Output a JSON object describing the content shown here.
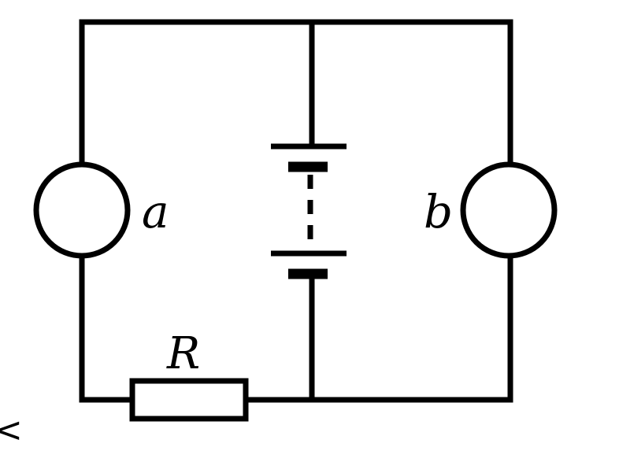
{
  "labels": {
    "meter_a": "a",
    "meter_b": "b",
    "resistor": "R",
    "edge_mark": "<"
  },
  "colors": {
    "ink": "#000000",
    "background": "#ffffff"
  }
}
